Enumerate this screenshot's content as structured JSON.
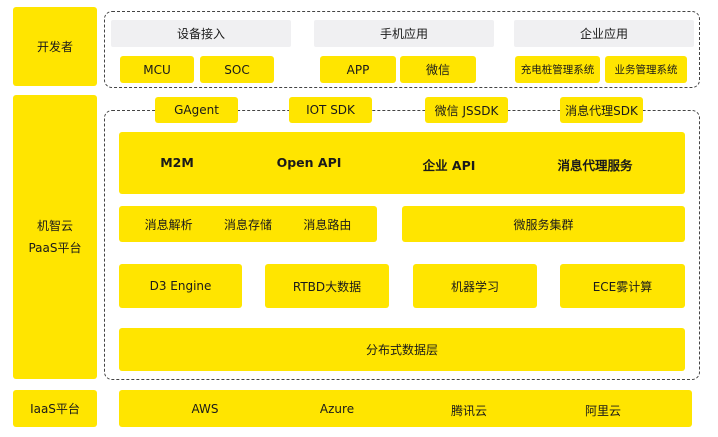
{
  "sidebar": {
    "developer": "开发者",
    "paas_line1": "机智云",
    "paas_line2": "PaaS平台",
    "iaas": "IaaS平台"
  },
  "top": {
    "groups": [
      {
        "title": "设备接入",
        "items": [
          "MCU",
          "SOC"
        ]
      },
      {
        "title": "手机应用",
        "items": [
          "APP",
          "微信"
        ]
      },
      {
        "title": "企业应用",
        "items": [
          "充电桩管理系统",
          "业务管理系统"
        ]
      }
    ]
  },
  "sdks": [
    "GAgent",
    "IOT SDK",
    "微信 JSSDK",
    "消息代理SDK"
  ],
  "paas": {
    "services": [
      "M2M",
      "Open API",
      "企业 API",
      "消息代理服务"
    ],
    "messaging": [
      "消息解析",
      "消息存储",
      "消息路由"
    ],
    "microservice": "微服务集群",
    "engines": [
      "D3 Engine",
      "RTBD大数据",
      "机器学习",
      "ECE雾计算"
    ],
    "data_layer": "分布式数据层"
  },
  "iaas": {
    "providers": [
      "AWS",
      "Azure",
      "腾讯云",
      "阿里云"
    ]
  },
  "colors": {
    "accent": "#ffe500",
    "header_gray": "#f0f0f2",
    "border": "#444444"
  }
}
